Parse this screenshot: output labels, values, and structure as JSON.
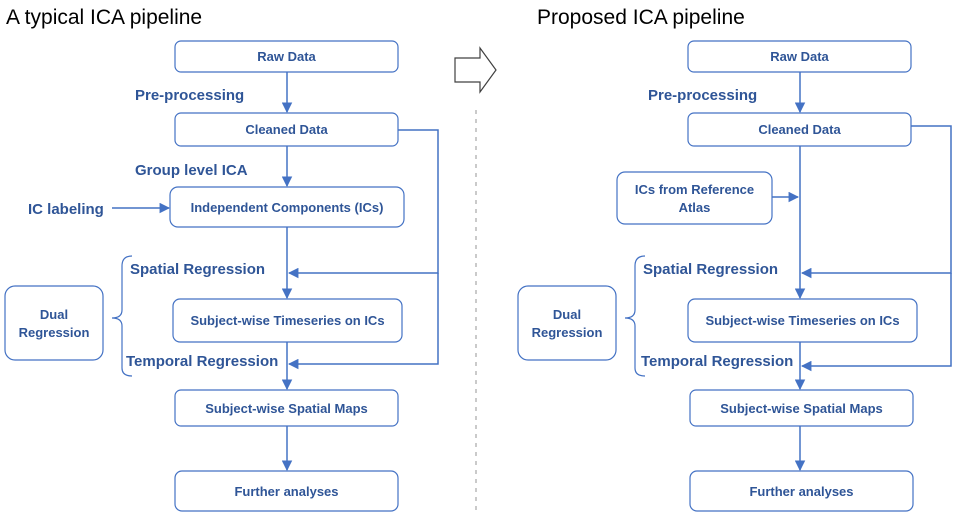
{
  "left": {
    "title": "A typical ICA pipeline",
    "raw_data": "Raw Data",
    "preprocessing": "Pre-processing",
    "cleaned_data": "Cleaned Data",
    "group_ica": "Group level ICA",
    "ic_labeling": "IC labeling",
    "independent_components": "Independent Components (ICs)",
    "spatial_regression": "Spatial Regression",
    "dual_regression_line1": "Dual",
    "dual_regression_line2": "Regression",
    "subject_timeseries": "Subject-wise Timeseries on ICs",
    "temporal_regression": "Temporal Regression",
    "subject_spatial_maps": "Subject-wise Spatial Maps",
    "further_analyses": "Further analyses"
  },
  "right": {
    "title": "Proposed ICA pipeline",
    "raw_data": "Raw Data",
    "preprocessing": "Pre-processing",
    "cleaned_data": "Cleaned Data",
    "reference_atlas_line1": "ICs from Reference",
    "reference_atlas_line2": "Atlas",
    "spatial_regression": "Spatial Regression",
    "dual_regression_line1": "Dual",
    "dual_regression_line2": "Regression",
    "subject_timeseries": "Subject-wise Timeseries on ICs",
    "temporal_regression": "Temporal Regression",
    "subject_spatial_maps": "Subject-wise Spatial Maps",
    "further_analyses": "Further analyses"
  },
  "colors": {
    "accent": "#4472c4",
    "text": "#2f5597"
  }
}
